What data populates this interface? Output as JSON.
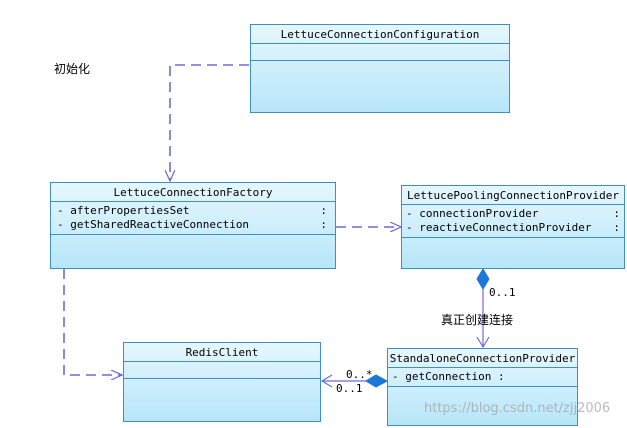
{
  "colors": {
    "border": "#3d8fc4",
    "fill_top": "#e6f7fd",
    "fill_bottom": "#b7e6f9",
    "dependency_line": "#6a6adc",
    "composition": "#1a78d6"
  },
  "classes": {
    "config": {
      "name": "LettuceConnectionConfiguration",
      "operations": []
    },
    "factory": {
      "name": "LettuceConnectionFactory",
      "operations": [
        {
          "name": "afterPropertiesSet",
          "suffix": ":"
        },
        {
          "name": "getSharedReactiveConnection",
          "suffix": ":"
        }
      ]
    },
    "pooling": {
      "name": "LettucePoolingConnectionProvider",
      "operations": [
        {
          "name": "connectionProvider",
          "suffix": ":"
        },
        {
          "name": "reactiveConnectionProvider",
          "suffix": ":"
        }
      ]
    },
    "redis": {
      "name": "RedisClient",
      "operations": []
    },
    "standalone": {
      "name": "StandaloneConnectionProvider",
      "operations": [
        {
          "name": "getConnection",
          "suffix": ":"
        }
      ]
    }
  },
  "labels": {
    "init": "初始化",
    "real_create": "真正创建连接",
    "mult_pooling_standalone": "0..1",
    "mult_redis_near": "0..*",
    "mult_redis_far": "0..1"
  },
  "watermark": "https://blog.csdn.net/zjj2006"
}
